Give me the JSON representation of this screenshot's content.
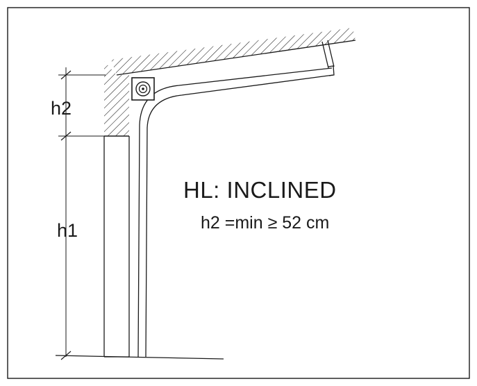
{
  "labels": {
    "h2": "h2",
    "h1": "h1",
    "title": "HL: INCLINED",
    "requirement": "h2 =min ≥ 52 cm"
  },
  "colors": {
    "ink": "#1a1a1a",
    "background": "#ffffff"
  }
}
